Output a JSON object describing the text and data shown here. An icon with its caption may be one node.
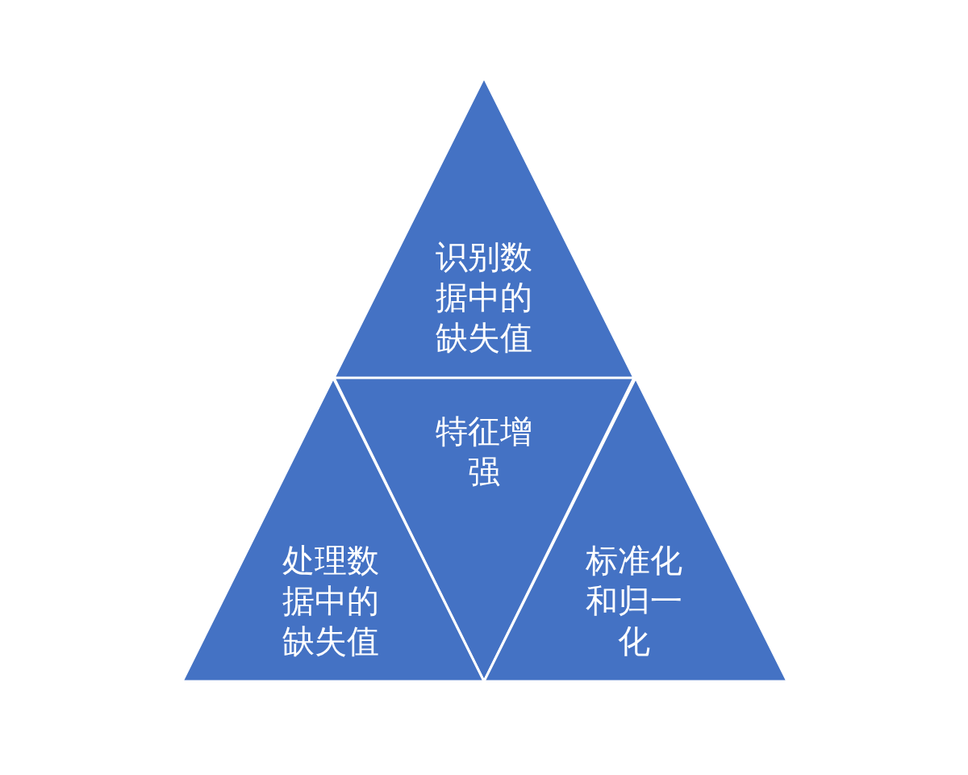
{
  "diagram": {
    "nodes": [
      {
        "text": [
          "识别数据中的缺失值"
        ]
      },
      {
        "text": [
          "特征增强"
        ]
      },
      {
        "text": [
          "处理数据中的缺失值"
        ]
      },
      {
        "text": [
          "标准化和归一化"
        ]
      }
    ]
  }
}
